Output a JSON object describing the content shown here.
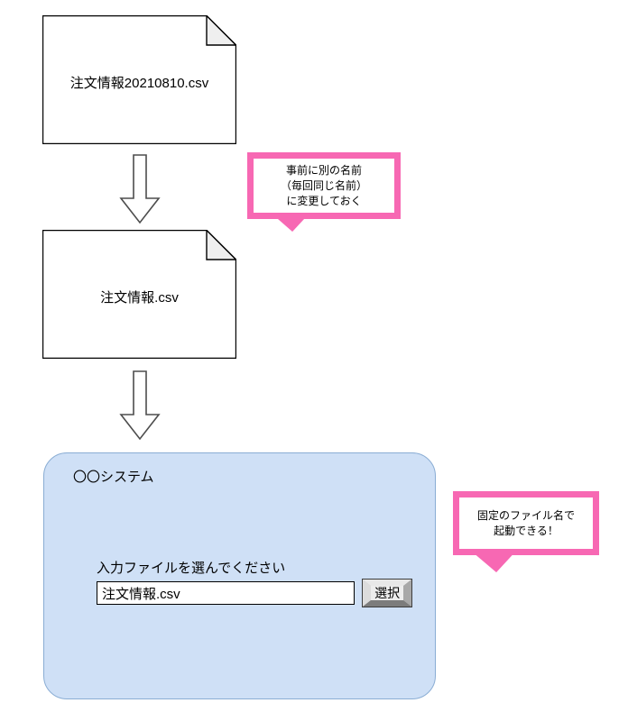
{
  "diagram": {
    "title": "CSV file rename workflow diagram",
    "colors": {
      "callout_pink": "#F768B3",
      "panel_blue": "#CFE0F6",
      "panel_border": "#8AADD4",
      "arrow_outline": "#4D4D4D",
      "doc_outline": "#000000",
      "fold_fill": "#EFEFEF"
    }
  },
  "documents": [
    {
      "id": "source-file",
      "filename": "注文情報20210810.csv"
    },
    {
      "id": "renamed-file",
      "filename": "注文情報.csv"
    }
  ],
  "arrows": [
    {
      "id": "arrow-rename",
      "direction": "down"
    },
    {
      "id": "arrow-input",
      "direction": "down"
    }
  ],
  "system_panel": {
    "title": "〇〇システム",
    "form": {
      "label": "入力ファイルを選んでください",
      "input_value": "注文情報.csv",
      "input_placeholder": "",
      "button_label": "選択"
    }
  },
  "callouts": [
    {
      "id": "callout-rename",
      "text": "事前に別の名前\n（毎回同じ名前）\nに変更しておく"
    },
    {
      "id": "callout-fixed-name",
      "text": "固定のファイル名で\n起動できる！"
    }
  ]
}
